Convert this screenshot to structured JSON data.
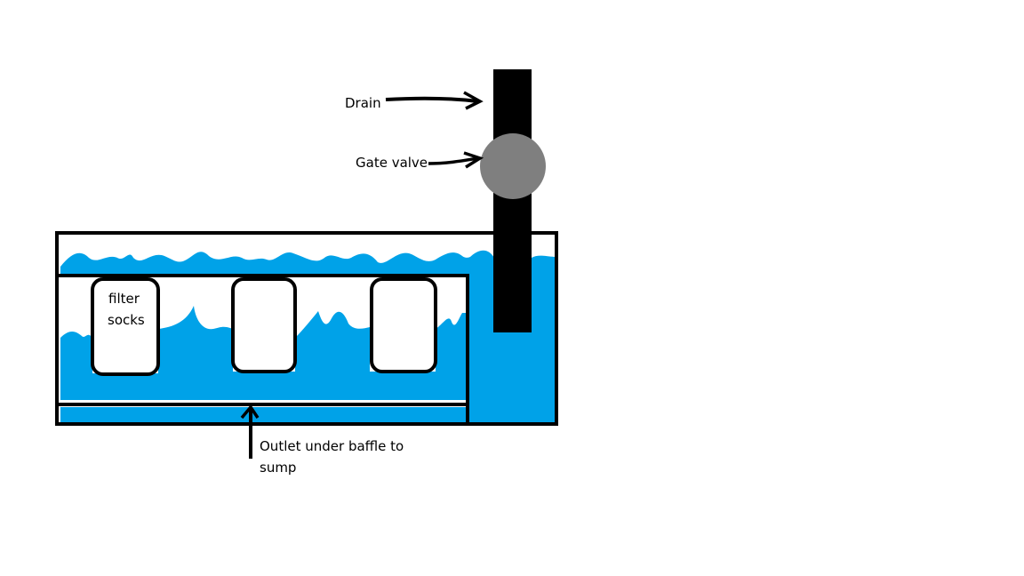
{
  "labels": {
    "drain": "Drain",
    "gate_valve": "Gate valve",
    "filter_socks_line1": "filter",
    "filter_socks_line2": "socks",
    "outlet_line1": "Outlet under baffle to",
    "outlet_line2": "sump"
  },
  "colors": {
    "water": "#00a2e8",
    "outline": "#000000",
    "valve": "#7f7f7f",
    "background": "#ffffff",
    "sock_fill": "#ffffff"
  }
}
